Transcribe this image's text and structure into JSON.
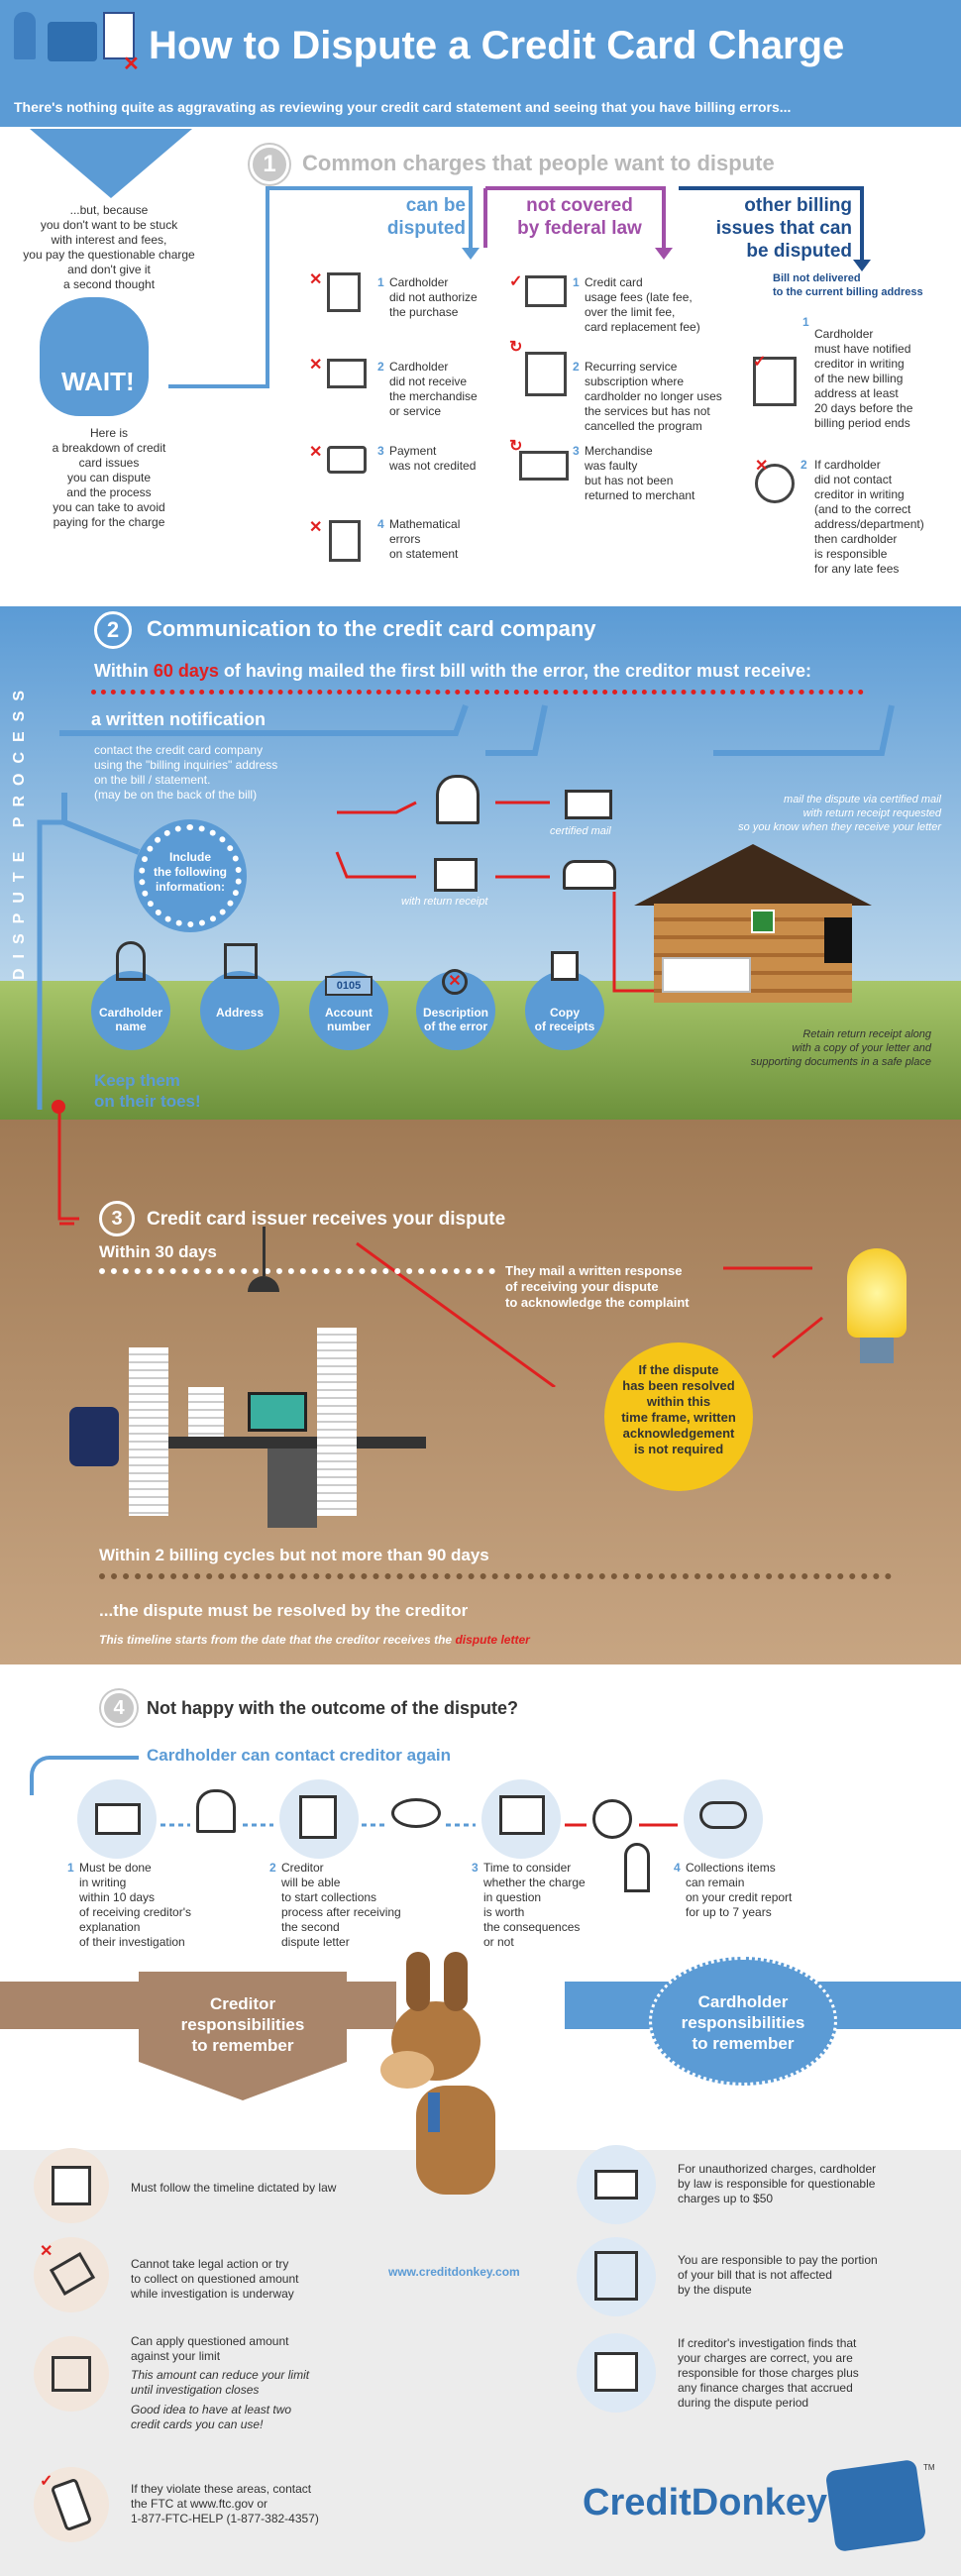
{
  "header": {
    "title": "How to Dispute a Credit Card Charge",
    "subtitle": "There's nothing quite as aggravating as reviewing your credit card statement and seeing that you have billing errors..."
  },
  "intro": {
    "top": "...but, because\nyou don't want to be stuck\nwith interest and fees,\nyou pay the questionable charge\nand don't give it\na second thought",
    "wait": "WAIT!",
    "bottom": "Here is\na breakdown of credit\ncard issues\nyou can dispute\nand the process\nyou can take to avoid\npaying for the charge"
  },
  "s1": {
    "num": "1",
    "title": "Common charges that people want to dispute",
    "col1": {
      "head": "can be\ndisputed",
      "items": [
        {
          "n": "1",
          "t": "Cardholder\ndid not authorize\nthe purchase"
        },
        {
          "n": "2",
          "t": "Cardholder\ndid not receive\nthe merchandise\nor service"
        },
        {
          "n": "3",
          "t": "Payment\nwas not credited"
        },
        {
          "n": "4",
          "t": "Mathematical\nerrors\non statement"
        }
      ]
    },
    "col2": {
      "head": "not covered\nby federal law",
      "items": [
        {
          "n": "1",
          "t": "Credit card\nusage fees (late fee,\nover the limit fee,\ncard replacement fee)"
        },
        {
          "n": "2",
          "t": "Recurring service\nsubscription where\ncardholder no longer uses\nthe services but has not\ncancelled the program"
        },
        {
          "n": "3",
          "t": "Merchandise\nwas faulty\nbut has not been\nreturned to merchant"
        }
      ]
    },
    "col3": {
      "head": "other billing\nissues that can\nbe disputed",
      "sub": "Bill not delivered\nto the current billing address",
      "items": [
        {
          "n": "1",
          "t": "Cardholder\nmust have notified\ncreditor in writing\nof the new billing\naddress at least\n20 days before the\nbilling period ends"
        },
        {
          "n": "2",
          "t": "If cardholder\ndid not contact\ncreditor in writing\n(and to the correct\naddress/department)\nthen cardholder\nis responsible\nfor any late fees"
        }
      ]
    }
  },
  "s2": {
    "num": "2",
    "title": "Communication to the credit card company",
    "within_a": "Within ",
    "days": "60 days",
    "within_b": " of having mailed the first bill with the error, the creditor must receive:",
    "written": "a written notification",
    "contact": "contact the credit card company\nusing the \"billing inquiries\" address\non the bill / statement.\n(may be on the back of the bill)",
    "include": "Include\nthe following\ninformation:",
    "certified": "certified mail",
    "with_receipt": "with return receipt",
    "mail_note": "mail the dispute via certified mail\nwith return receipt requested\nso you know when they receive your letter",
    "retain": "Retain return receipt along\nwith a copy of your letter and\nsupporting documents in a safe place",
    "info": [
      "Cardholder\nname",
      "Address",
      "Account\nnumber",
      "Description\nof the error",
      "Copy\nof receipts"
    ],
    "acct": "0105",
    "toes": "Keep them\non their toes!",
    "side": "DISPUTE PROCESS"
  },
  "s3": {
    "num": "3",
    "title": "Credit card issuer receives your dispute",
    "within30": "Within 30 days",
    "response": "They mail a written response\nof receiving your dispute\nto acknowledge the complaint",
    "resolved": "If the dispute\nhas been resolved\nwithin this\ntime frame, written\nacknowledgement\nis not required",
    "within2": "Within 2 billing cycles but not more than 90 days",
    "must": "...the dispute must be resolved by the creditor",
    "timeline_a": "This timeline starts from the date that the creditor receives the ",
    "timeline_b": "dispute letter"
  },
  "s4": {
    "num": "4",
    "title": "Not happy with the outcome of the dispute?",
    "contact": "Cardholder can contact creditor again",
    "steps": [
      {
        "n": "1",
        "t": "Must be done\nin writing\nwithin 10 days\nof receiving creditor's\nexplanation\nof their investigation"
      },
      {
        "n": "2",
        "t": "Creditor\nwill be able\nto start collections\nprocess after receiving\nthe second\ndispute letter"
      },
      {
        "n": "3",
        "t": "Time to consider\nwhether the charge\nin question\nis worth\nthe consequences\nor not"
      },
      {
        "n": "4",
        "t": "Collections items\ncan remain\non your credit report\nfor up to 7 years"
      }
    ]
  },
  "resp": {
    "creditor_head": "Creditor\nresponsibilities\nto remember",
    "cardholder_head": "Cardholder\nresponsibilities\nto remember",
    "creditor": [
      "Must follow the timeline dictated by law",
      "Cannot take legal action or try\nto collect on questioned amount\nwhile investigation is underway",
      "Can apply questioned amount\nagainst your limit"
    ],
    "limit_note": "This amount can reduce your limit\nuntil investigation closes",
    "cards_note": "Good idea to have at least two\ncredit cards you can use!",
    "ftc": "If they violate these areas, contact\nthe FTC at www.ftc.gov or\n1-877-FTC-HELP (1-877-382-4357)",
    "cardholder": [
      "For unauthorized charges, cardholder\nby law is responsible for questionable\ncharges up to $50",
      "You are responsible to pay the portion\nof your bill that is not affected\nby the dispute",
      "If creditor's investigation finds that\nyour charges are correct, you are\nresponsible for those charges plus\nany finance charges that accrued\nduring the dispute period"
    ],
    "url": "www.creditdonkey.com",
    "brand": "CreditDonkey",
    "tm": "TM"
  },
  "colors": {
    "blue": "#5b9bd5",
    "purple": "#a04fa8",
    "navy": "#1f4e8c",
    "red": "#e02020",
    "yellow": "#f5c518",
    "brown": "#8b6a4a"
  }
}
